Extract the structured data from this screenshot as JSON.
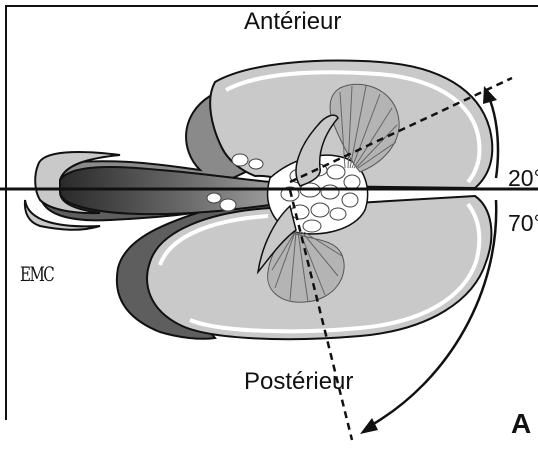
{
  "labels": {
    "anterior": "Antérieur",
    "posterior": "Postérieur",
    "angle_top": "20°",
    "angle_bottom": "70°",
    "panel": "A",
    "logo": "EMC"
  },
  "colors": {
    "organ_fill": "#c9c9c9",
    "dark_shade": "#5e5e5e",
    "mid_shade": "#8a8a8a",
    "muscle_fill": "#b4b4b4",
    "line": "#111111",
    "background": "#ffffff"
  }
}
